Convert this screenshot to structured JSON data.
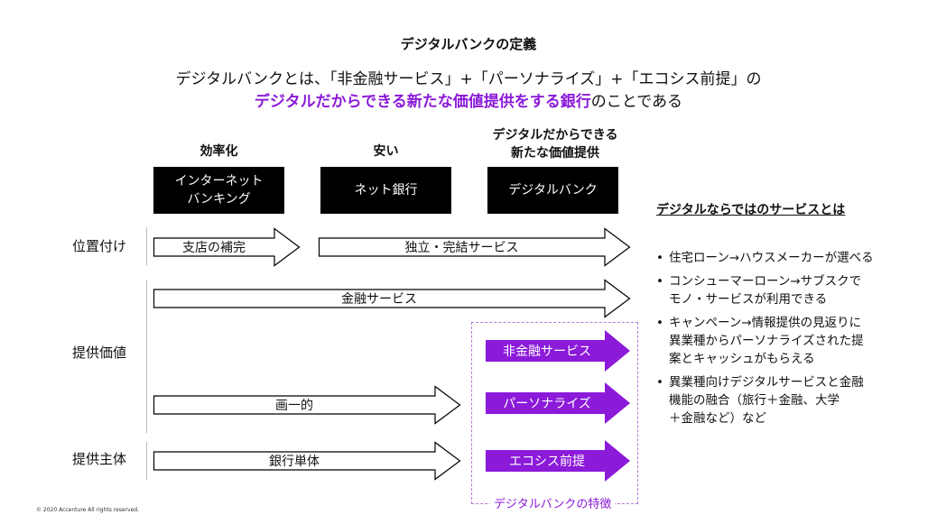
{
  "title": "デジタルバンクの定義",
  "subtitle_line1": "デジタルバンクとは、「非金融サービス」+「パーソナライズ」+「エコシス前提」の",
  "subtitle_line2_highlight": "デジタルだからできる新たな価値提供をする銀行",
  "subtitle_line2_rest": "のことである",
  "columns": [
    {
      "head": "効率化",
      "box": "インターネット\nバンキング"
    },
    {
      "head": "安い",
      "box": "ネット銀行"
    },
    {
      "head": "デジタルだからできる\n新たな価値提供",
      "box": "デジタルバンク"
    }
  ],
  "row_labels": {
    "position": "位置付け",
    "value": "提供価値",
    "provider": "提供主体"
  },
  "arrows": {
    "branch": "支店の補完",
    "independent": "独立・完結サービス",
    "financial": "金融サービス",
    "uniform": "画一的",
    "bank_only": "銀行単体",
    "non_financial": "非金融サービス",
    "personalize": "パーソナライズ",
    "ecosystem": "エコシス前提"
  },
  "feature_label": "デジタルバンクの特徴",
  "right_panel": {
    "title": "デジタルならではのサービスとは",
    "bullet_symbol": "•",
    "items": [
      "住宅ローン→ハウスメーカーが選べる",
      "コンシューマーローン→サブスクで\nモノ・サービスが利用できる",
      "キャンペーン→情報提供の見返りに\n異業種からパーソナライズされた提\n案とキャッシュがもらえる",
      "異業種向けデジタルサービスと金融\n機能の融合（旅行＋金融、大学\n＋金融など）など"
    ]
  },
  "copyright": "© 2020 Accenture  All rights reserved.",
  "colors": {
    "purple": "#8b1ad9",
    "black": "#000000"
  }
}
